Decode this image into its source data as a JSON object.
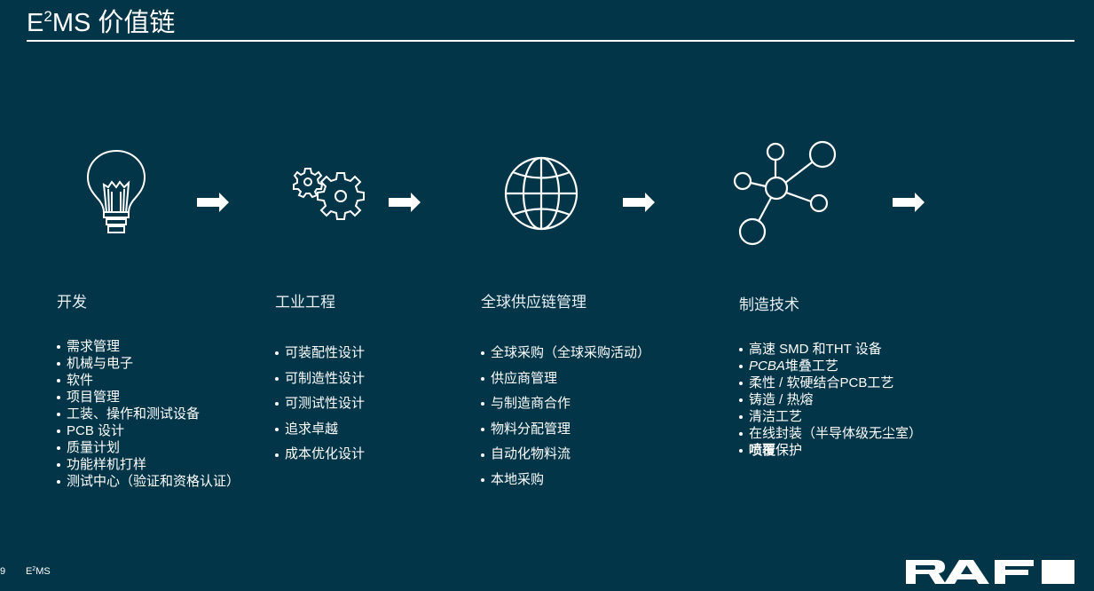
{
  "header": {
    "title_prefix": "E",
    "title_sup": "2",
    "title_suffix": "MS 价值链"
  },
  "flow": {
    "stages": [
      {
        "icon": "lightbulb-icon"
      },
      {
        "icon": "gears-icon"
      },
      {
        "icon": "globe-icon"
      },
      {
        "icon": "network-nodes-icon"
      }
    ],
    "arrow_icon": "right-arrow-icon"
  },
  "columns": [
    {
      "title": "开发",
      "items": [
        "需求管理",
        "机械与电子",
        "软件",
        "项目管理",
        "工装、操作和测试设备",
        "PCB 设计",
        "质量计划",
        "功能样机打样",
        "测试中心（验证和资格认证）"
      ]
    },
    {
      "title": "工业工程",
      "items": [
        "可装配性设计",
        "可制造性设计",
        "可测试性设计",
        "追求卓越",
        "成本优化设计"
      ]
    },
    {
      "title": "全球供应链管理",
      "items": [
        "全球采购（全球采购活动）",
        "供应商管理",
        "与制造商合作",
        "物料分配管理",
        "自动化物料流",
        "本地采购"
      ]
    },
    {
      "title": "制造技术",
      "items": [
        "高速 SMD 和THT 设备",
        "PCBA堆叠工艺",
        "柔性 / 软硬结合PCB工艺",
        "铸造 / 热熔",
        "清洁工艺",
        "在线封装（半导体级无尘室）",
        "喷覆保护"
      ],
      "item_parts": {
        "pcba_italic": "PCBA",
        "pcba_rest": "堆叠工艺",
        "spray_bold": "喷覆",
        "spray_rest": "保护"
      }
    }
  ],
  "footer": {
    "page_number": "9",
    "brand_prefix": "E",
    "brand_sup": "2",
    "brand_suffix": "MS",
    "logo_text": "RAFI"
  },
  "colors": {
    "background": "#023548",
    "foreground": "#ffffff"
  }
}
